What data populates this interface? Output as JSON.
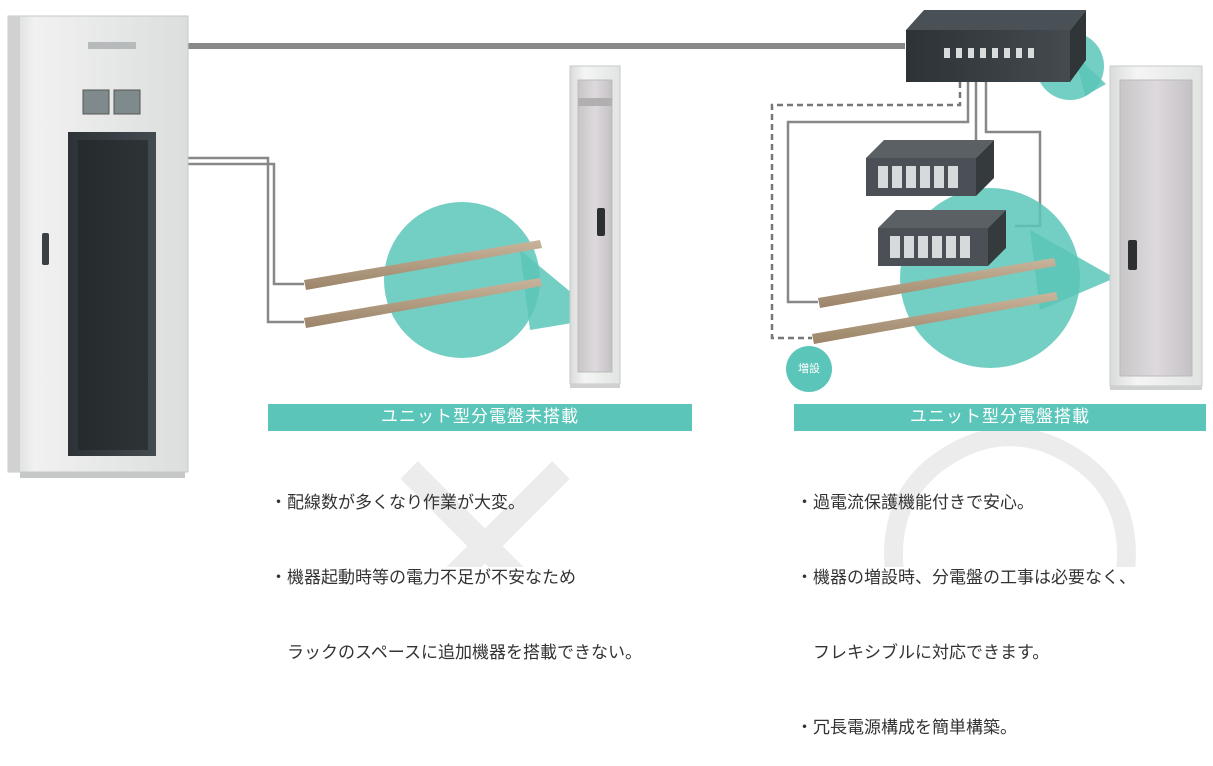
{
  "left_panel": {
    "title": "ユニット型分電盤未搭載",
    "bullets": [
      "・配線数が多くなり作業が大変。",
      "・機器起動時等の電力不足が不安なため",
      "　ラックのスペースに追加機器を搭載できない。"
    ],
    "mark": "×"
  },
  "right_panel": {
    "title": "ユニット型分電盤搭載",
    "bullets": [
      "・過電流保護機能付きで安心。",
      "・機器の増設時、分電盤の工事は必要なく、",
      "　フレキシブルに対応できます。",
      "・冗長電源構成を簡単構築。"
    ],
    "mark": "○"
  },
  "addon_badge": "増設",
  "colors": {
    "accent": "#5ac5b8",
    "line": "#888888",
    "cabinet": "#e9eae9",
    "pdu": "#b19a7e"
  },
  "icons": [
    "distribution-cabinet",
    "server-rack",
    "unit-distribution-board",
    "power-supply-unit",
    "power-strip"
  ]
}
